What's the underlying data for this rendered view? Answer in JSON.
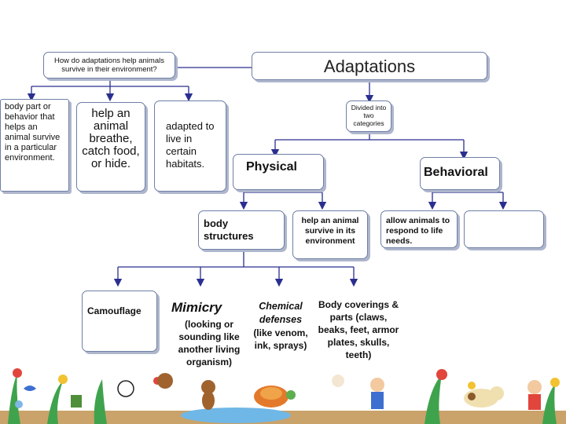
{
  "question": "How do adaptations help animals survive in their environment?",
  "title": "Adaptations",
  "definition": "body part or behavior that helps an animal survive in a particular environment.",
  "purpose": "help an animal breathe, catch food, or hide.",
  "habitats": "adapted to live in certain habitats.",
  "divided": "Divided into two categories",
  "physical": "Physical",
  "behavioral": "Behavioral",
  "body_structures": "body structures",
  "physical_purpose": "help an animal survive in its environment",
  "behavioral_purpose": "allow animals to respond to life needs.",
  "camouflage": "Camouflage",
  "mimicry_title": "Mimicry",
  "mimicry_desc": "(looking or sounding like another living organism)",
  "chemical_title": "Chemical defenses",
  "chemical_desc": "(like venom, ink, sprays)",
  "body_coverings": "Body coverings & parts (claws, beaks, feet, armor plates, skulls, teeth)",
  "colors": {
    "border": "#6f7fa6",
    "shadow": "#aeb6cc",
    "arrow": "#2a2f8f",
    "title_text": "#222222"
  }
}
